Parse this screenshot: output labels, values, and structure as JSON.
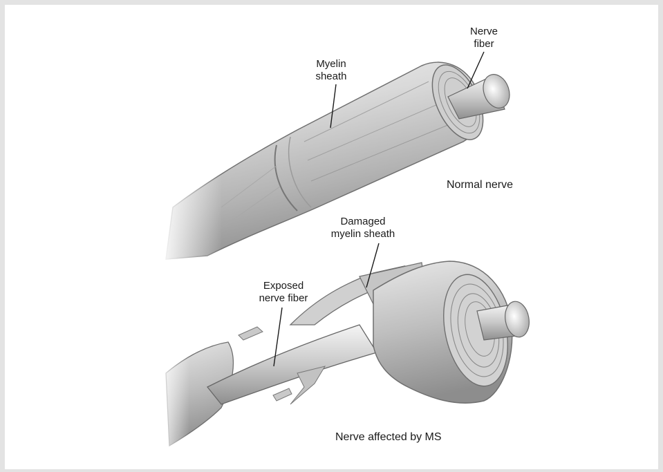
{
  "labels": {
    "nerve_fiber": [
      "Nerve",
      "fiber"
    ],
    "myelin_sheath": [
      "Myelin",
      "sheath"
    ],
    "normal_nerve": "Normal nerve",
    "damaged_sheath": [
      "Damaged",
      "myelin sheath"
    ],
    "exposed_fiber": [
      "Exposed",
      "nerve fiber"
    ],
    "affected_nerve": "Nerve affected by MS"
  },
  "colors": {
    "frame": "#e3e3e3",
    "ink": "#1a1a1a",
    "sheath_light": "#e6e6e6",
    "sheath_mid": "#bdbdbd",
    "sheath_dark": "#8a8a8a"
  }
}
